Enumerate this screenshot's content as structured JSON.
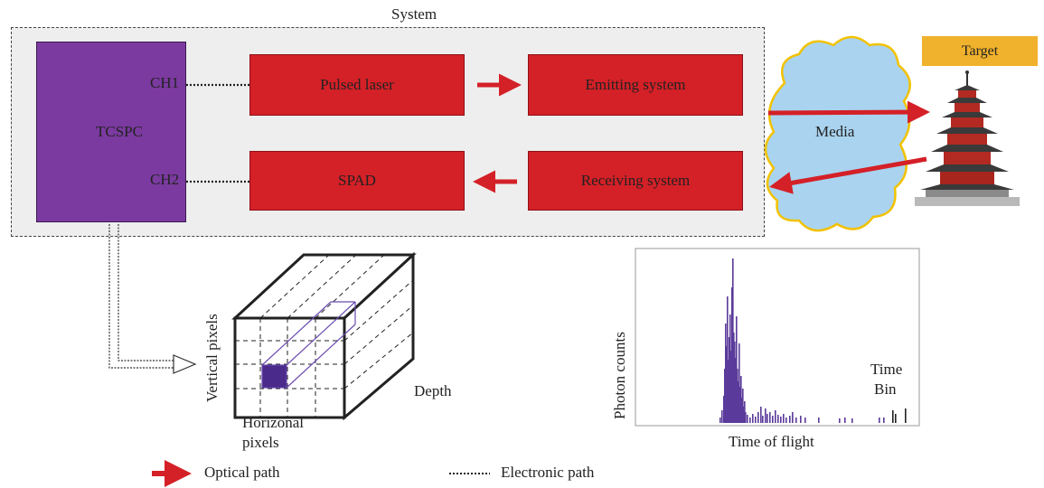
{
  "system": {
    "title": "System",
    "tcspc": {
      "label": "TCSPC",
      "ch1": "CH1",
      "ch2": "CH2"
    },
    "blocks": {
      "pulsed_laser": "Pulsed laser",
      "emitting_system": "Emitting system",
      "spad": "SPAD",
      "receiving_system": "Receiving system"
    }
  },
  "media_label": "Media",
  "target_label": "Target",
  "data_cube": {
    "vertical_label": "Vertical pixels",
    "horizontal_label_line1": "Horizonal",
    "horizontal_label_line2": "pixels",
    "depth_label": "Depth"
  },
  "histogram": {
    "ylabel": "Photon counts",
    "xlabel": "Time of flight",
    "bin_label_line1": "Time",
    "bin_label_line2": "Bin"
  },
  "legend": {
    "optical": "Optical path",
    "electronic": "Electronic path"
  },
  "colors": {
    "red_block": "#d42027",
    "tcspc": "#7b3aa0",
    "media": "#a9d3ef",
    "target_badge": "#f0b12c",
    "histogram_bars": "#5a3a9a"
  }
}
